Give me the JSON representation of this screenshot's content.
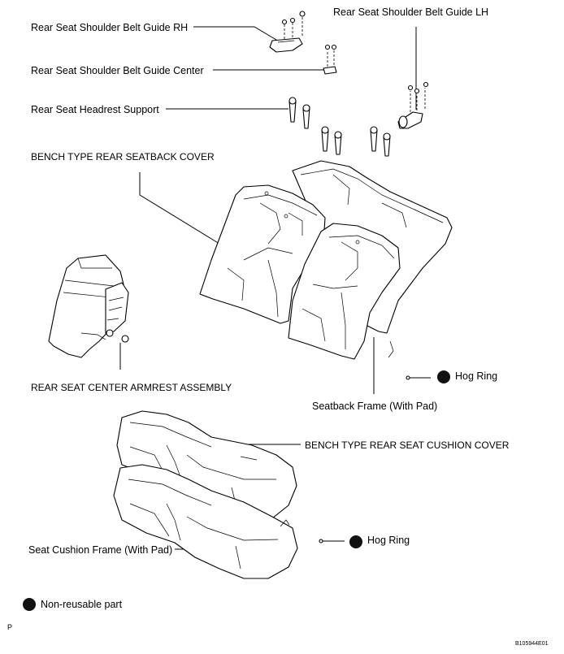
{
  "labels": {
    "guide_rh": "Rear Seat Shoulder Belt Guide RH",
    "guide_lh": "Rear Seat Shoulder Belt Guide LH",
    "guide_center": "Rear Seat Shoulder Belt Guide Center",
    "headrest_support": "Rear Seat Headrest Support",
    "seatback_cover": "BENCH TYPE REAR SEATBACK COVER",
    "armrest": "REAR SEAT CENTER ARMREST ASSEMBLY",
    "seatback_frame": "Seatback Frame (With Pad)",
    "cushion_cover": "BENCH TYPE REAR SEAT CUSHION COVER",
    "cushion_frame": "Seat Cushion Frame (With Pad)",
    "hog_ring_1": "Hog Ring",
    "hog_ring_2": "Hog Ring"
  },
  "legend": {
    "non_reusable": "Non-reusable part"
  },
  "corner_mark": "P",
  "figure_id": "B105944E01",
  "colors": {
    "line": "#000000",
    "background": "#ffffff",
    "dot": "#111111"
  }
}
